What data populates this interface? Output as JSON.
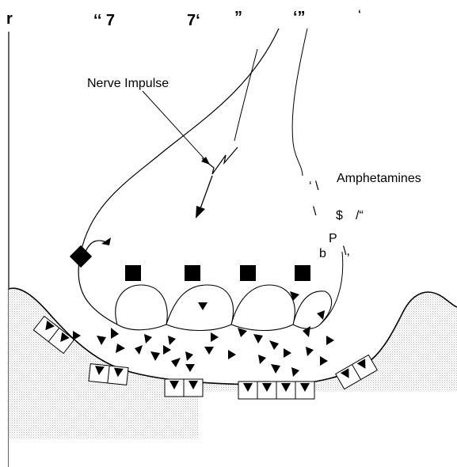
{
  "labels": {
    "nerve_impulse": "Nerve Impulse",
    "amphetamines": "Amphetamines"
  },
  "header_marks": {
    "m1": "r",
    "m2": "‘‘ 7",
    "m3": "7‘",
    "m4": "”",
    "m5": "‘”",
    "m6": "‘"
  },
  "scan_marks": {
    "s1": "‘ \\",
    "s2": "\\",
    "s3": "$",
    "s4": "/“",
    "s5": "P",
    "s6": "b",
    "s7": "\\,"
  }
}
